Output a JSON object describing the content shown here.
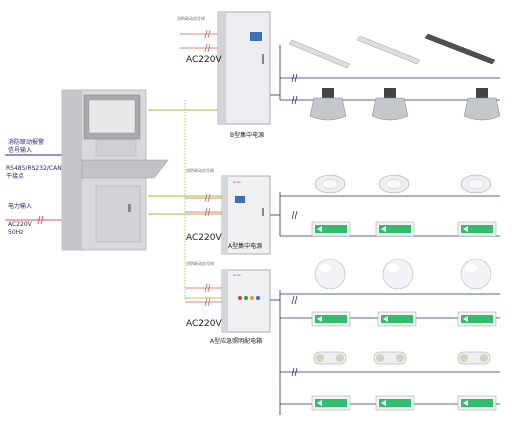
{
  "console": {
    "input_fire_linkage": "消防联动报警",
    "input_fire_linkage_2": "信号输入",
    "input_rs485": "RS485/RS232/CAN",
    "input_dry_contact": "干接点",
    "power_input": "电力输入",
    "power_voltage": "AC220V",
    "power_freq": "50Hz"
  },
  "cabinet_b": {
    "signal_label": "消防联动信号线",
    "supply": "AC220V",
    "title": "B型集中电源"
  },
  "cabinet_a": {
    "signal_label": "消防联动信号线",
    "supply": "AC220V",
    "title": "A型集中电源",
    "brand": "Acrel"
  },
  "cabinet_dist": {
    "signal_label": "消防联动信号线",
    "supply": "AC220V",
    "title": "A型应急照明配电箱",
    "brand": "Acrel"
  },
  "colors": {
    "signal_line": "#e05a5a",
    "bus_line": "#1c2f8a",
    "fire_line": "#9bc71d",
    "exit_green": "#2fbf6a"
  }
}
